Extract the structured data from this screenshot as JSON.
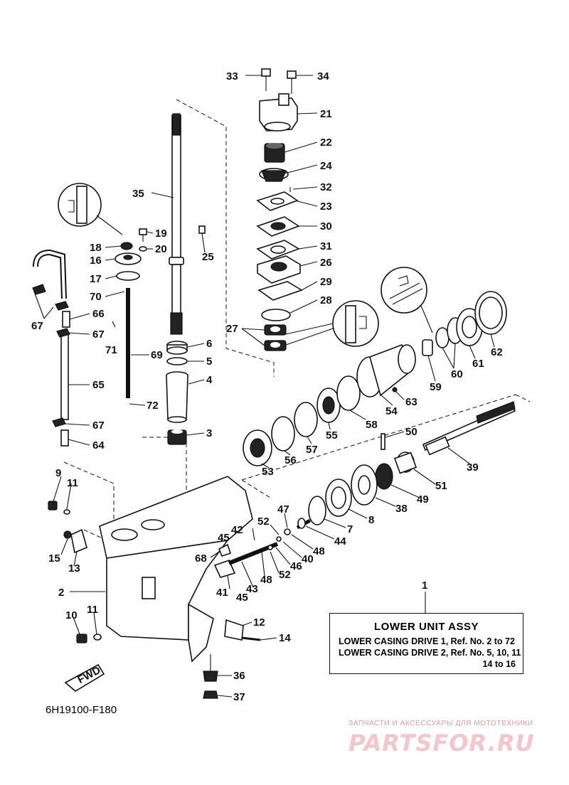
{
  "callouts": {
    "c33": "33",
    "c34": "34",
    "c21": "21",
    "c22": "22",
    "c24": "24",
    "c32": "32",
    "c23": "23",
    "c30": "30",
    "c31": "31",
    "c26": "26",
    "c29": "29",
    "c28": "28",
    "c27": "27",
    "c35": "35",
    "c19": "19",
    "c18": "18",
    "c16": "16",
    "c20": "20",
    "c25": "25",
    "c17": "17",
    "c70": "70",
    "c66": "66",
    "c67a": "67",
    "c67b": "67",
    "c71": "71",
    "c69": "69",
    "c6": "6",
    "c5": "5",
    "c4": "4",
    "c65": "65",
    "c72": "72",
    "c67c": "67",
    "c64": "64",
    "c3": "3",
    "c62": "62",
    "c61": "61",
    "c60": "60",
    "c59": "59",
    "c63": "63",
    "c54": "54",
    "c58": "58",
    "c55": "55",
    "c57": "57",
    "c56": "56",
    "c53": "53",
    "c50": "50",
    "c39": "39",
    "c51": "51",
    "c49": "49",
    "c38": "38",
    "c8": "8",
    "c7": "7",
    "c44": "44",
    "c47": "47",
    "c52a": "52",
    "c42": "42",
    "c45a": "45",
    "c68": "68",
    "c40": "40",
    "c48a": "48",
    "c46": "46",
    "c52b": "52",
    "c48b": "48",
    "c43": "43",
    "c45b": "45",
    "c41": "41",
    "c9": "9",
    "c11a": "11",
    "c15": "15",
    "c13": "13",
    "c2": "2",
    "c10": "10",
    "c11b": "11",
    "c12": "12",
    "c14": "14",
    "c36": "36",
    "c37": "37",
    "c1": "1"
  },
  "legend": {
    "title": "LOWER UNIT ASSY",
    "row1": "LOWER CASING DRIVE 1,  Ref. No. 2 to 72",
    "row2": "LOWER CASING DRIVE 2,  Ref. No. 5, 10, 11",
    "row3": "14  to 16"
  },
  "fwd_label": "FWD",
  "figure_code": "6H19100-F180",
  "watermark": {
    "tagline": "ЗАПЧАСТИ И АКСЕССУАРЫ ДЛЯ МОТОТЕХНИКИ",
    "brand": "PARTSFOR.RU"
  }
}
